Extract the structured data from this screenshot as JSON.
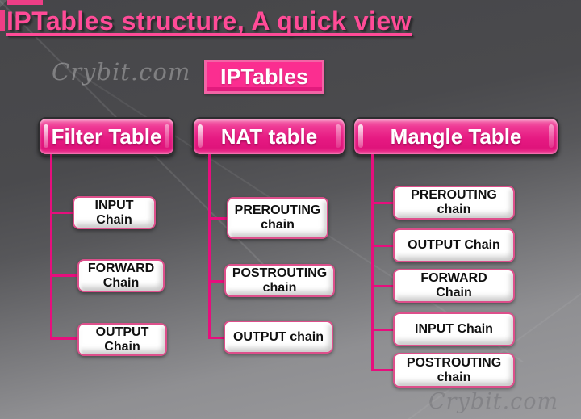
{
  "page": {
    "title": "IPTables structure, A quick view",
    "watermark": "Crybit.com",
    "watermark_bottom": "Crybit.com"
  },
  "colors": {
    "title_pink": "#ff4b97",
    "button_pink": "#fb2e90",
    "connector_pink": "#e60f7d",
    "chain_border_pink": "#dd4f8b",
    "background_dark": "#4a4a4d",
    "background_light": "#9b9b9e"
  },
  "diagram": {
    "root_label": "IPTables",
    "columns": [
      {
        "header": "Filter Table",
        "chains": [
          {
            "line1": "INPUT",
            "line2": "Chain"
          },
          {
            "line1": "FORWARD",
            "line2": "Chain"
          },
          {
            "line1": "OUTPUT",
            "line2": "Chain"
          }
        ]
      },
      {
        "header": "NAT table",
        "chains": [
          {
            "line1": "PREROUTING",
            "line2": "chain"
          },
          {
            "line1": "POSTROUTING",
            "line2": "chain"
          },
          {
            "line1": "OUTPUT chain",
            "line2": ""
          }
        ]
      },
      {
        "header": "Mangle Table",
        "chains": [
          {
            "line1": "PREROUTING",
            "line2": "chain"
          },
          {
            "line1": "OUTPUT Chain",
            "line2": ""
          },
          {
            "line1": "FORWARD",
            "line2": "Chain"
          },
          {
            "line1": "INPUT Chain",
            "line2": ""
          },
          {
            "line1": "POSTROUTING",
            "line2": "chain"
          }
        ]
      }
    ]
  }
}
